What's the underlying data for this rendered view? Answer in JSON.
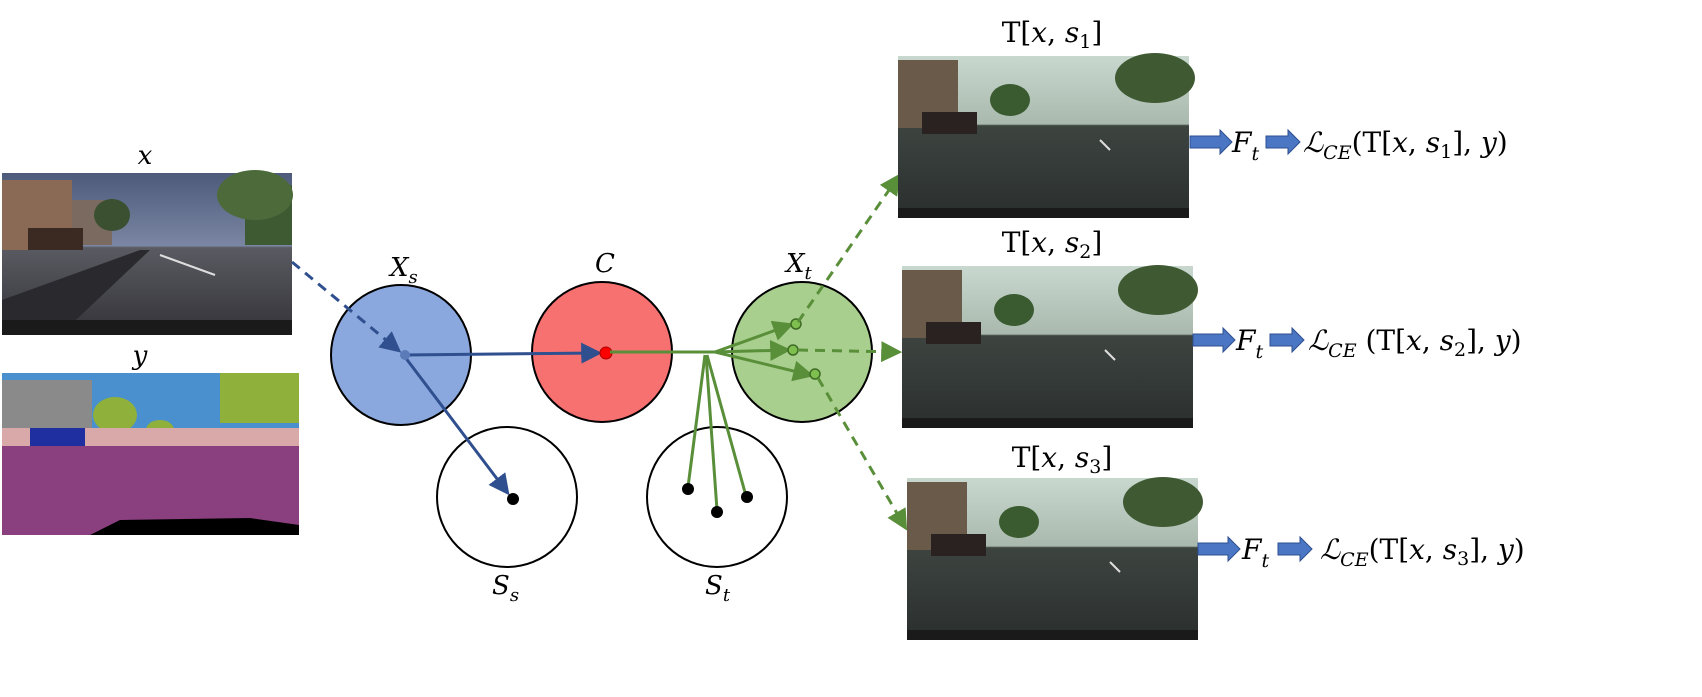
{
  "input_images": {
    "x": {
      "label": "x"
    },
    "y": {
      "label": "y"
    }
  },
  "spaces": {
    "source_style": {
      "label_main": "X",
      "label_sub": "s",
      "color": "#8aa8de"
    },
    "content": {
      "label_main": "C",
      "color": "#f87171"
    },
    "target_style": {
      "label_main": "X",
      "label_sub": "t",
      "color": "#a9cf8e"
    },
    "source_set": {
      "label_main": "S",
      "label_sub": "s"
    },
    "target_set": {
      "label_main": "S",
      "label_sub": "t"
    }
  },
  "outputs": [
    {
      "title_prefix": "T[",
      "title_var": "x",
      "title_sep": ", ",
      "title_s": "s",
      "title_idx": "1",
      "title_suffix": "]",
      "net": "F",
      "net_sub": "t",
      "loss_L": "ℒ",
      "loss_sub": "CE",
      "loss_open": "(T[",
      "loss_x": "x",
      "loss_s": "s",
      "loss_idx": "1",
      "loss_close1": "], ",
      "loss_y": "y",
      "loss_close2": ")"
    },
    {
      "title_prefix": "T[",
      "title_var": "x",
      "title_sep": ", ",
      "title_s": "s",
      "title_idx": "2",
      "title_suffix": "]",
      "net": "F",
      "net_sub": "t",
      "loss_L": "ℒ",
      "loss_sub": "CE",
      "loss_open": "(T[",
      "loss_x": "x",
      "loss_s": "s",
      "loss_idx": "2",
      "loss_close1": "], ",
      "loss_y": "y",
      "loss_close2": ")"
    },
    {
      "title_prefix": "T[",
      "title_var": "x",
      "title_sep": ", ",
      "title_s": "s",
      "title_idx": "3",
      "title_suffix": "]",
      "net": "F",
      "net_sub": "t",
      "loss_L": "ℒ",
      "loss_sub": "CE",
      "loss_open": "(T[",
      "loss_x": "x",
      "loss_s": "s",
      "loss_idx": "3",
      "loss_close1": "], ",
      "loss_y": "y",
      "loss_close2": ")"
    }
  ],
  "colors": {
    "blue_arrow": "#2f4f8f",
    "green_arrow": "#5a8f3a",
    "block_arrow": "#4a76c4"
  }
}
